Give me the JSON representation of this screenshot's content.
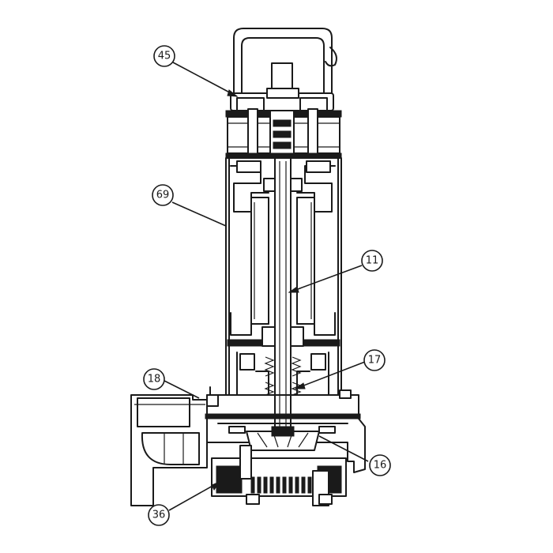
{
  "callouts": [
    {
      "id": "c45",
      "label": "45"
    },
    {
      "id": "c69",
      "label": "69"
    },
    {
      "id": "c11",
      "label": "11"
    },
    {
      "id": "c17",
      "label": "17"
    },
    {
      "id": "c18",
      "label": "18"
    },
    {
      "id": "c16",
      "label": "16"
    },
    {
      "id": "c36",
      "label": "36"
    }
  ],
  "colors": {
    "line": "#1a1a1a",
    "background": "#ffffff"
  }
}
